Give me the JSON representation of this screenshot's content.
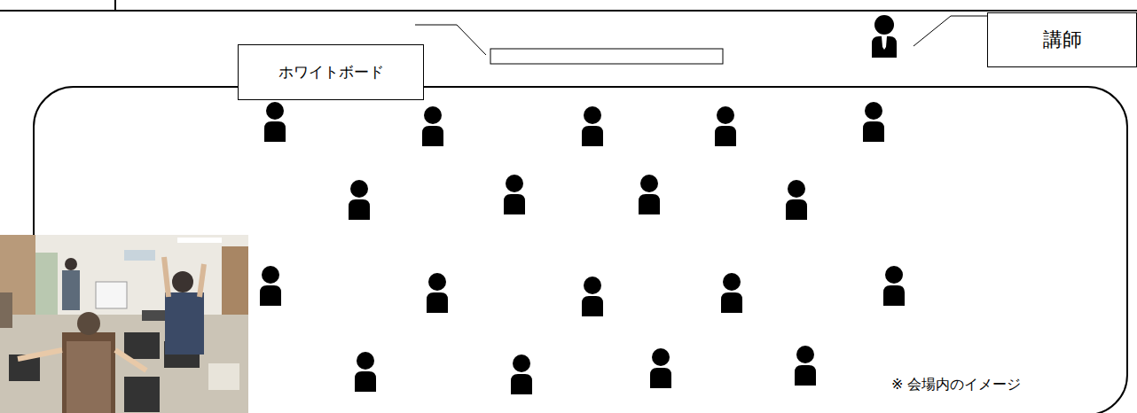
{
  "diagram": {
    "nodes": [
      {
        "text": [
          "ホワイトボード"
        ]
      },
      {
        "text": [
          "講師"
        ]
      },
      {
        "text": [
          "※ 会場内のイメージ"
        ]
      }
    ]
  }
}
